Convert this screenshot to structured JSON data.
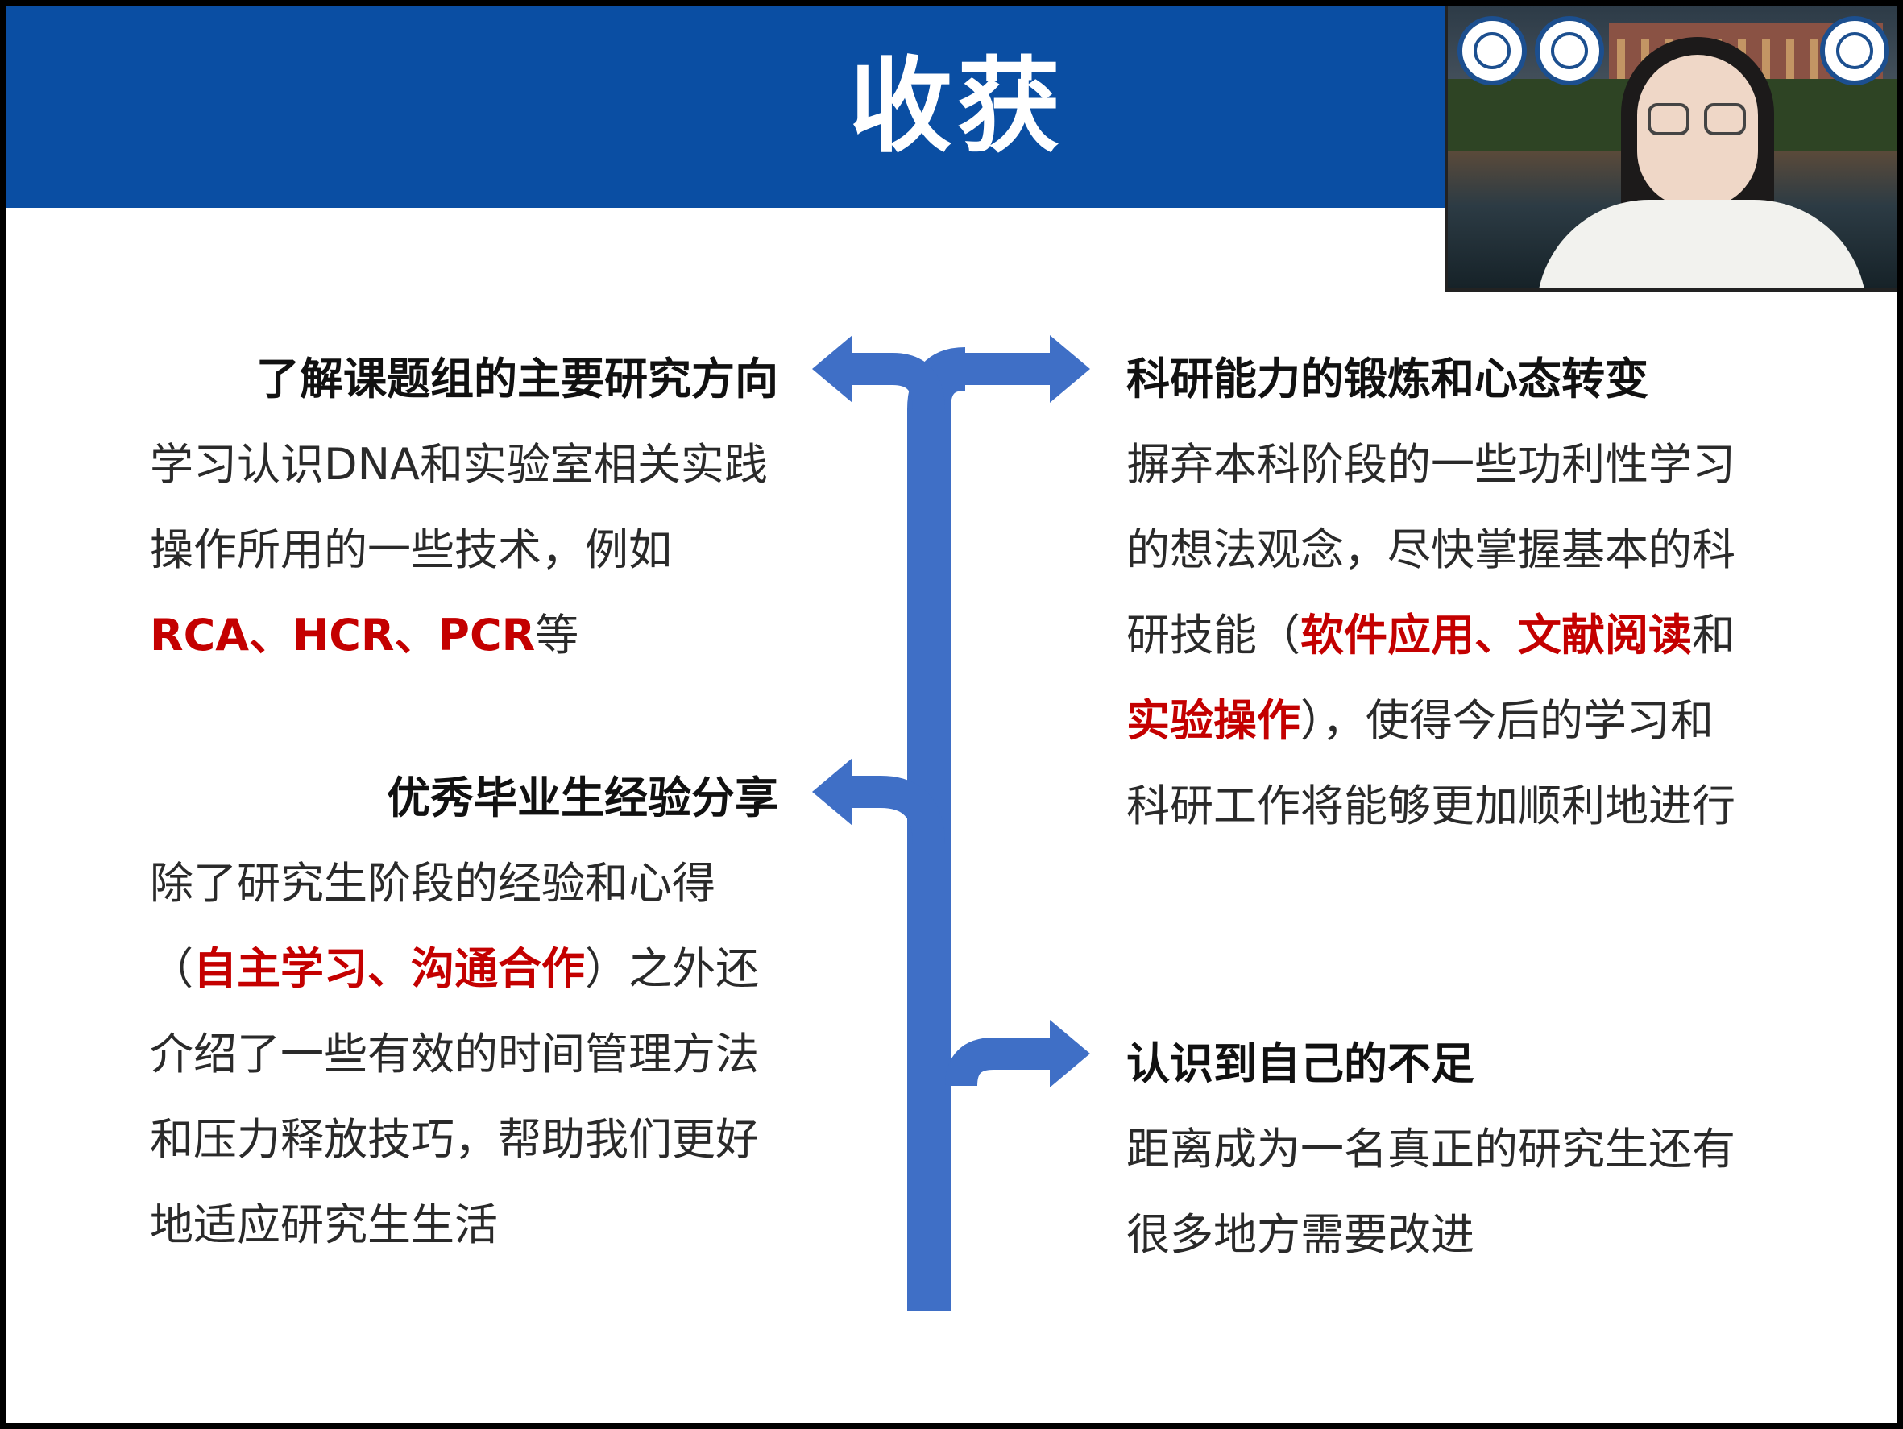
{
  "slide": {
    "title": "收获"
  },
  "left_top": {
    "heading": "了解课题组的主要研究方向",
    "body_segments": [
      {
        "text": "学习认识DNA和实验室相关实践操作所用的一些技术，例如",
        "emphasis": false
      },
      {
        "text": "RCA、HCR、PCR",
        "emphasis": true
      },
      {
        "text": "等",
        "emphasis": false
      }
    ]
  },
  "left_bottom": {
    "heading": "优秀毕业生经验分享",
    "body_segments": [
      {
        "text": "除了研究生阶段的经验和心得",
        "emphasis": false
      },
      {
        "text": "（",
        "emphasis": false
      },
      {
        "text": "自主学习、沟通合作",
        "emphasis": true
      },
      {
        "text": "）之外还介绍了一些有效的时间管理方法和压力释放技巧，帮助我们更好地适应研究生生活",
        "emphasis": false
      }
    ]
  },
  "right_top": {
    "heading": "科研能力的锻炼和心态转变",
    "body_segments": [
      {
        "text": "摒弃本科阶段的一些功利性学习的想法观念，尽快掌握基本的科研技能（",
        "emphasis": false
      },
      {
        "text": "软件应用、文献阅读",
        "emphasis": true
      },
      {
        "text": "和",
        "emphasis": false
      },
      {
        "text": "实验操作",
        "emphasis": true
      },
      {
        "text": "），使得今后的学习和科研工作将能够更加顺利地进行",
        "emphasis": false
      }
    ]
  },
  "right_bottom": {
    "heading": "认识到自己的不足",
    "body_segments": [
      {
        "text": "距离成为一名真正的研究生还有很多地方需要改进",
        "emphasis": false
      }
    ]
  },
  "webcam": {
    "logo_icons": [
      "university-seal-icon",
      "department-seal-icon",
      "dna-logo-icon"
    ]
  },
  "colors": {
    "banner": "#0a4ea3",
    "spine": "#3f6fc6",
    "emphasis": "#c40000"
  }
}
